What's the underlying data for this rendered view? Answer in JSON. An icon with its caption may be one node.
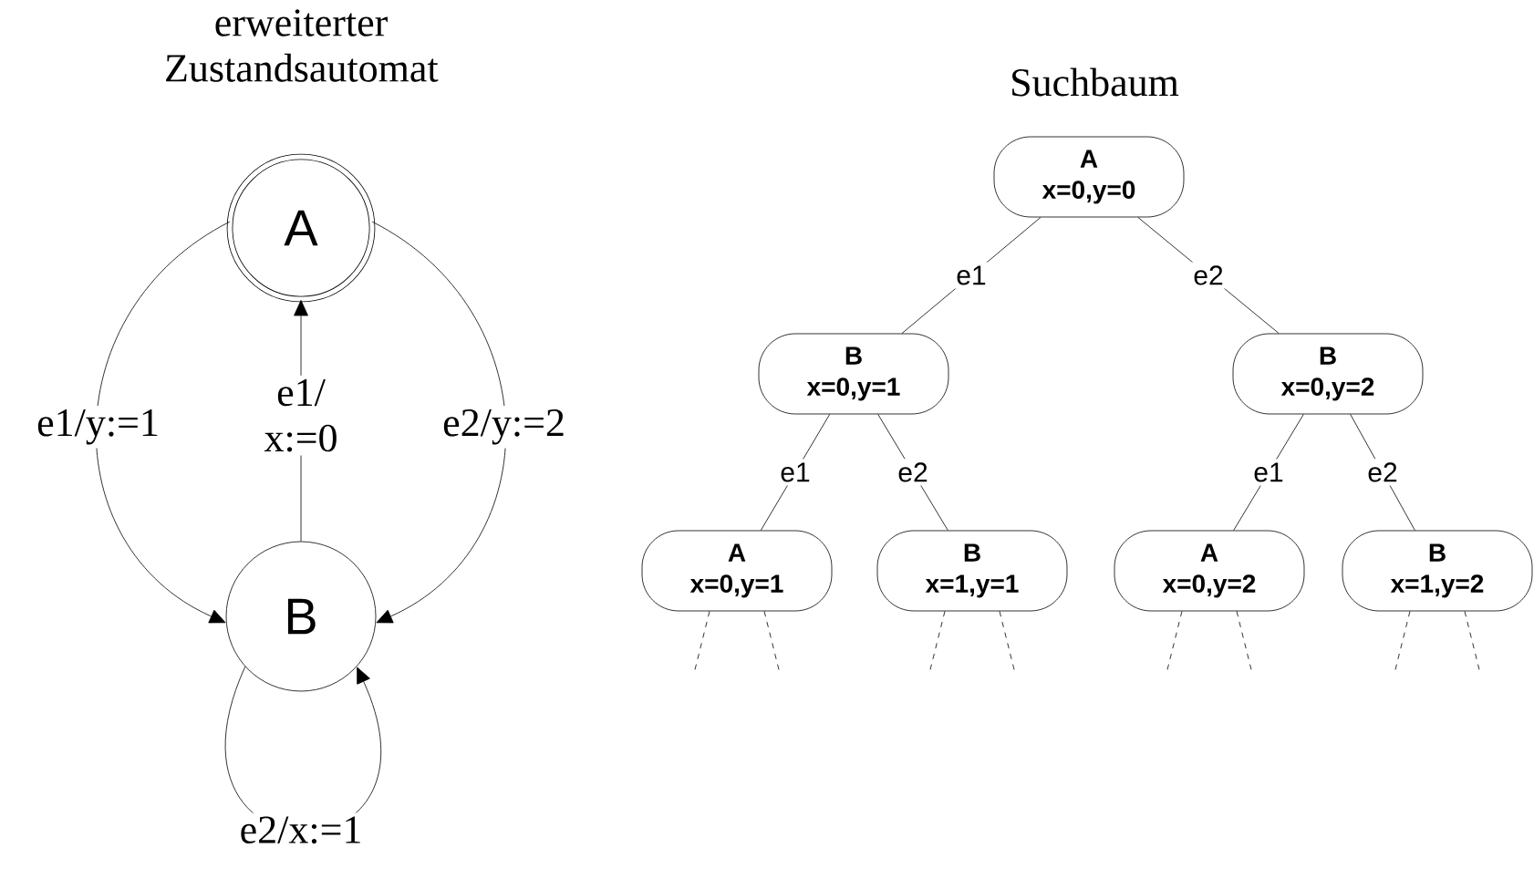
{
  "diagram": {
    "nodes": [
      {
        "text": [
          "A"
        ]
      },
      {
        "text": [
          "B"
        ]
      },
      {
        "text": [
          "A",
          "x=0,y=0"
        ]
      },
      {
        "text": [
          "B",
          "x=0,y=1"
        ]
      },
      {
        "text": [
          "B",
          "x=0,y=2"
        ]
      },
      {
        "text": [
          "A",
          "x=0,y=1"
        ]
      },
      {
        "text": [
          "B",
          "x=1,y=1"
        ]
      },
      {
        "text": [
          "A",
          "x=0,y=2"
        ]
      },
      {
        "text": [
          "B",
          "x=1,y=2"
        ]
      }
    ],
    "edges": [
      {
        "from": 0,
        "to": 1,
        "arrow": "to",
        "label": "e1/y:=1"
      },
      {
        "from": 0,
        "to": 1,
        "arrow": "to",
        "label": "e2/y:=2"
      },
      {
        "from": 1,
        "to": 0,
        "arrow": "to",
        "label": "e1/ x:=0"
      },
      {
        "from": 1,
        "to": 1,
        "arrow": "to",
        "label": "e2/x:=1"
      },
      {
        "from": 2,
        "to": 3,
        "arrow": "none",
        "label": "e1"
      },
      {
        "from": 2,
        "to": 4,
        "arrow": "none",
        "label": "e2"
      },
      {
        "from": 3,
        "to": 5,
        "arrow": "none",
        "label": "e1"
      },
      {
        "from": 3,
        "to": 6,
        "arrow": "none",
        "label": "e2"
      },
      {
        "from": 4,
        "to": 7,
        "arrow": "none",
        "label": "e1"
      },
      {
        "from": 4,
        "to": 8,
        "arrow": "none",
        "label": "e2"
      },
      {
        "from": 5,
        "to": null,
        "arrow": "none",
        "style": "dashed"
      },
      {
        "from": 5,
        "to": null,
        "arrow": "none",
        "style": "dashed"
      },
      {
        "from": 6,
        "to": null,
        "arrow": "none",
        "style": "dashed"
      },
      {
        "from": 6,
        "to": null,
        "arrow": "none",
        "style": "dashed"
      },
      {
        "from": 7,
        "to": null,
        "arrow": "none",
        "style": "dashed"
      },
      {
        "from": 7,
        "to": null,
        "arrow": "none",
        "style": "dashed"
      },
      {
        "from": 8,
        "to": null,
        "arrow": "none",
        "style": "dashed"
      },
      {
        "from": 8,
        "to": null,
        "arrow": "none",
        "style": "dashed"
      }
    ],
    "labels": [
      "erweiterter Zustandsautomat",
      "Suchbaum"
    ]
  }
}
